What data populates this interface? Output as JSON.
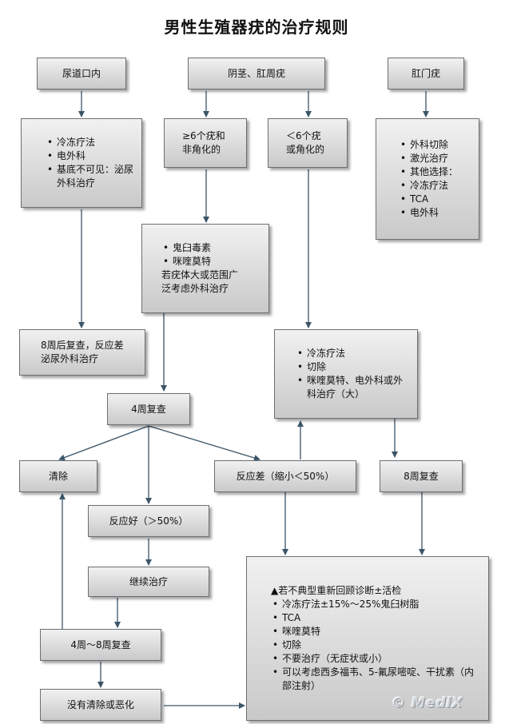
{
  "title": "男性生殖器疣的治疗规则",
  "boxes": {
    "urethra": "尿道口内",
    "penile": "阴茎、肛周疣",
    "anal": "肛门疣",
    "urethra_tx": [
      "冷冻疗法",
      "电外科",
      "基底不可见：泌尿外科治疗"
    ],
    "ge6": [
      "≥6个疣和",
      "非角化的"
    ],
    "lt6": [
      "＜6个疣",
      "或角化的"
    ],
    "anal_tx": [
      "外科切除",
      "激光治疗",
      "其他选择：",
      "冷冻疗法",
      "TCA",
      "电外科"
    ],
    "ge6_tx": {
      "items": [
        "鬼臼毒素",
        "咪喹莫特"
      ],
      "note": [
        "若疣体大或范围广",
        "泛考虑外科治疗"
      ]
    },
    "urethra_followup": "8周后复查，反应差泌尿外科治疗",
    "lt6_tx": [
      "冷冻疗法",
      "切除",
      "咪喹莫特、电外科或外科治疗（大）"
    ],
    "week4": "4周复查",
    "cleared": "清除",
    "poor": "反应差（缩小＜50%）",
    "week8": "8周复查",
    "good": "反应好（＞50%）",
    "continue": "继续治疗",
    "week4_8": "4周～8周复查",
    "not_cleared": "没有清除或恶化",
    "final": {
      "header": "▲若不典型重新回顾诊断±活检",
      "items": [
        "冷冻疗法±15%～25%鬼臼树脂",
        "TCA",
        "咪喹莫特",
        "切除",
        "不要治疗（无症状或小）",
        "可以考虑西多福韦、5-氟尿嘧啶、干扰素（内部注射）"
      ]
    }
  },
  "logo": "© MediX"
}
